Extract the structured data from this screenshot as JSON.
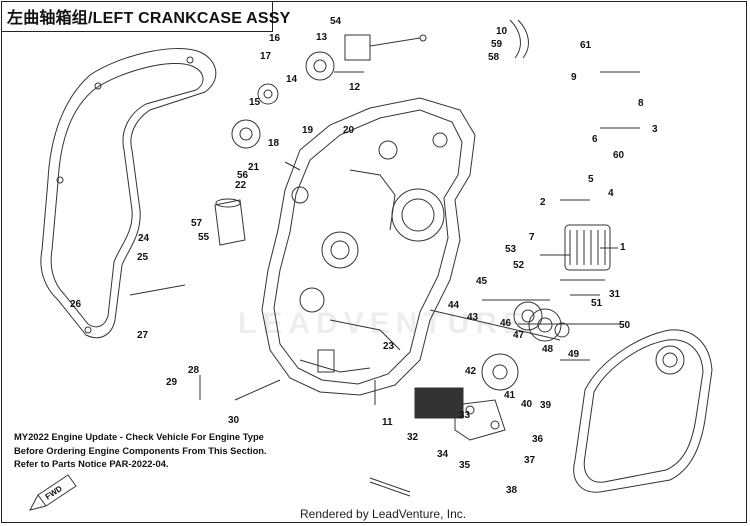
{
  "diagram": {
    "title": "左曲轴箱组/LEFT CRANKCASE ASSY",
    "note_lines": [
      "MY2022 Engine Update - Check Vehicle For Engine Type",
      "Before Ordering Engine Components From This Section.",
      "Refer to Parts Notice PAR-2022-04."
    ],
    "footer": "Rendered by LeadVenture, Inc.",
    "watermark": "LEADVENTURE",
    "direction_label": "FWD",
    "callouts": [
      "1",
      "2",
      "3",
      "4",
      "5",
      "6",
      "7",
      "8",
      "9",
      "10",
      "11",
      "12",
      "13",
      "14",
      "15",
      "16",
      "17",
      "18",
      "19",
      "20",
      "21",
      "22",
      "23",
      "24",
      "25",
      "26",
      "27",
      "28",
      "29",
      "30",
      "31",
      "32",
      "33",
      "34",
      "35",
      "36",
      "37",
      "38",
      "39",
      "40",
      "41",
      "42",
      "43",
      "44",
      "45",
      "46",
      "47",
      "48",
      "49",
      "50",
      "51",
      "52",
      "53",
      "54",
      "55",
      "56",
      "57",
      "58",
      "59",
      "60",
      "61"
    ]
  }
}
